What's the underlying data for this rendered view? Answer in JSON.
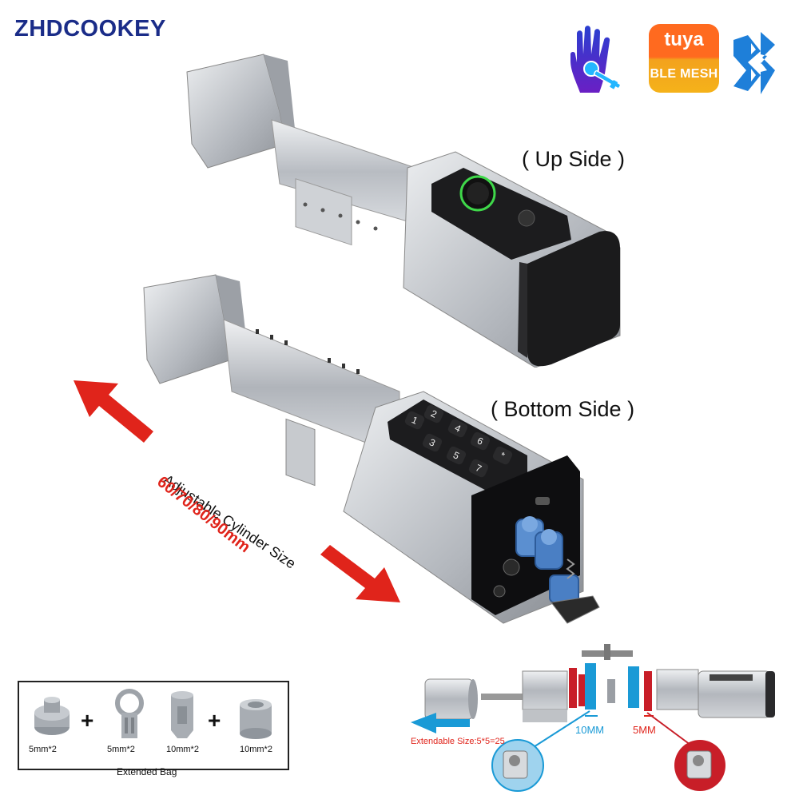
{
  "brand": {
    "name": "ZHDCOOKEY"
  },
  "badges": {
    "tuya_name": "tuya",
    "tuya_protocol": "BLE MESH",
    "icons": [
      "palm-key-icon",
      "tuya-ble-mesh-logo",
      "bluetooth-icon"
    ]
  },
  "labels": {
    "up_side": "( Up Side )",
    "bottom_side": "( Bottom Side )",
    "adjustable": "Adjustable Cylinder Size",
    "sizes": "60/70/80/90mm"
  },
  "keypad": {
    "keys": [
      "1",
      "2",
      "4",
      "6",
      "3",
      "5",
      "7",
      "*"
    ]
  },
  "extended_bag": {
    "title": "Extended Bag",
    "items": [
      {
        "label": "5mm*2"
      },
      {
        "label": "5mm*2"
      },
      {
        "label": "10mm*2"
      },
      {
        "label": "10mm*2"
      }
    ]
  },
  "exploded": {
    "label_10mm": "10MM",
    "label_5mm": "5MM",
    "extendable": "Extendable Size:5*5=25"
  },
  "colors": {
    "brand": "#1a2c88",
    "arrow_red": "#e0241b",
    "blue_spacer": "#1a9ad6",
    "red_spacer": "#c81e28",
    "tuya_orange": "#ff6a1f"
  }
}
